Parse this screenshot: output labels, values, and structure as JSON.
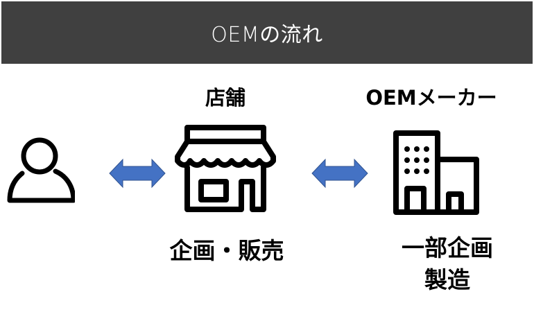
{
  "header": {
    "title": "OEMの流れ",
    "background": "#404040",
    "text_color": "#ffffff"
  },
  "nodes": [
    {
      "id": "customer",
      "icon": "person-icon",
      "title": "",
      "role": ""
    },
    {
      "id": "store",
      "icon": "storefront-icon",
      "title": "店舗",
      "role": "企画・販売"
    },
    {
      "id": "oem_maker",
      "icon": "building-icon",
      "title": "OEMメーカー",
      "role_line1": "一部企画",
      "role_line2": "製造"
    }
  ],
  "connectors": [
    {
      "from": "customer",
      "to": "store",
      "type": "bidirectional-arrow",
      "color": "#4472C4"
    },
    {
      "from": "store",
      "to": "oem_maker",
      "type": "bidirectional-arrow",
      "color": "#4472C4"
    }
  ]
}
